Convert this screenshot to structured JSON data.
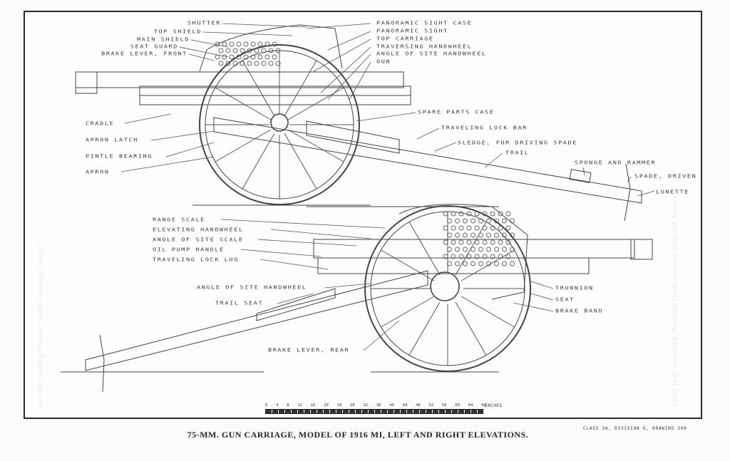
{
  "caption": "75-MM. GUN CARRIAGE, MODEL OF 1916 MI, LEFT AND RIGHT ELEVATIONS.",
  "drawing_number": "CLASS 3A, DIVISION 6, DRAWING 390",
  "upper_view": {
    "labels_left": [
      "SHUTTER",
      "TOP SHIELD",
      "MAIN SHIELD",
      "SEAT GUARD",
      "BRAKE LEVER, FRONT",
      "CRADLE",
      "APRON LATCH",
      "PINTLE BEARING",
      "APRON"
    ],
    "labels_right": [
      "PANORAMIC SIGHT CASE",
      "PANORAMIC SIGHT",
      "TOP CARRIAGE",
      "TRAVERSING HANDWHEEL",
      "ANGLE OF SITE HANDWHEEL",
      "GUN",
      "SPARE PARTS CASE",
      "TRAVELING LOCK BAR",
      "SLEDGE, FOR DRIVING SPADE",
      "TRAIL",
      "SPONGE AND RAMMER",
      "SPADE, DRIVEN",
      "LUNETTE"
    ]
  },
  "lower_view": {
    "labels_left": [
      "RANGE SCALE",
      "ELEVATING HANDWHEEL",
      "ANGLE OF SITE SCALE",
      "OIL PUMP HANDLE",
      "TRAVELING LOCK LUG",
      "ANGLE OF SITE HANDWHEEL",
      "TRAIL SEAT",
      "BRAKE LEVER, REAR"
    ],
    "labels_right": [
      "TRUNNION",
      "SEAT",
      "BRAKE BAND"
    ]
  },
  "scale": {
    "ticks": [
      "0",
      "4",
      "8",
      "12",
      "16",
      "20",
      "24",
      "28",
      "32",
      "36",
      "40",
      "44",
      "48",
      "52",
      "56",
      "60",
      "64",
      "68"
    ],
    "unit": "INCHES"
  }
}
